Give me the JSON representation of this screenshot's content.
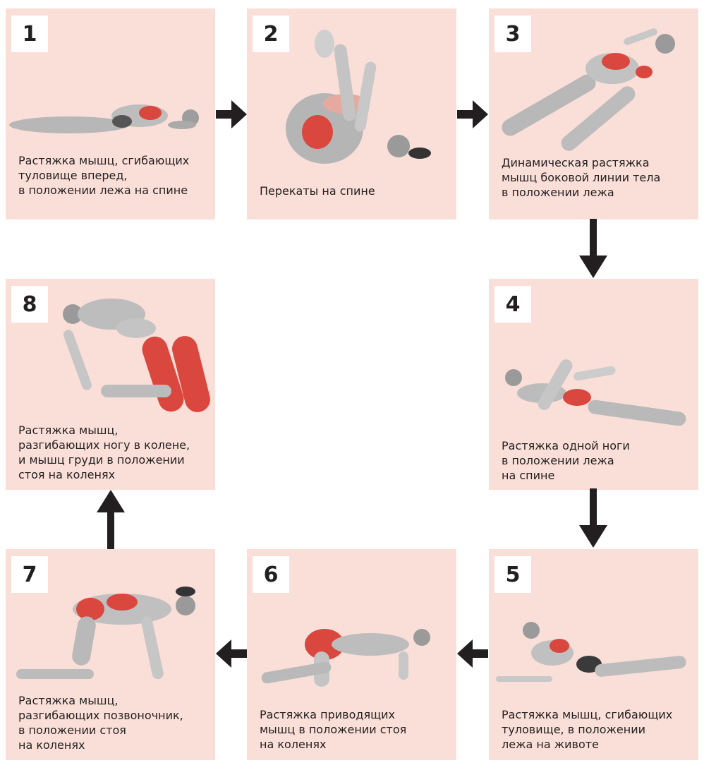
{
  "colors": {
    "card_background": "#fadfd8",
    "arrow": "#231f20",
    "text": "#231f20",
    "muscle_highlight": "#d9473e",
    "body_grey": "#b7b7b7"
  },
  "steps": [
    {
      "number": "1",
      "caption": "Растяжка мышц, сгибающих\nтуловище вперед,\nв положении лежа на спине"
    },
    {
      "number": "2",
      "caption": "Перекаты на спине"
    },
    {
      "number": "3",
      "caption": "Динамическая растяжка\nмышц боковой линии тела\nв положении лежа"
    },
    {
      "number": "4",
      "caption": "Растяжка одной ноги\nв положении лежа\nна спине"
    },
    {
      "number": "5",
      "caption": "Растяжка мышц, сгибающих\nтуловище, в положении\nлежа на животе"
    },
    {
      "number": "6",
      "caption": "Растяжка приводящих\nмышц в положении стоя\nна коленях"
    },
    {
      "number": "7",
      "caption": "Растяжка мышц,\nразгибающих позвоночник,\nв положении стоя\nна коленях"
    },
    {
      "number": "8",
      "caption": "Растяжка мышц,\nразгибающих ногу в колене,\nи мышц груди в положении\nстоя на коленях"
    }
  ],
  "flow_arrows": [
    {
      "from": "1",
      "to": "2",
      "direction": "right"
    },
    {
      "from": "2",
      "to": "3",
      "direction": "right"
    },
    {
      "from": "3",
      "to": "4",
      "direction": "down"
    },
    {
      "from": "4",
      "to": "5",
      "direction": "down"
    },
    {
      "from": "5",
      "to": "6",
      "direction": "left"
    },
    {
      "from": "6",
      "to": "7",
      "direction": "left"
    },
    {
      "from": "7",
      "to": "8",
      "direction": "up"
    }
  ]
}
